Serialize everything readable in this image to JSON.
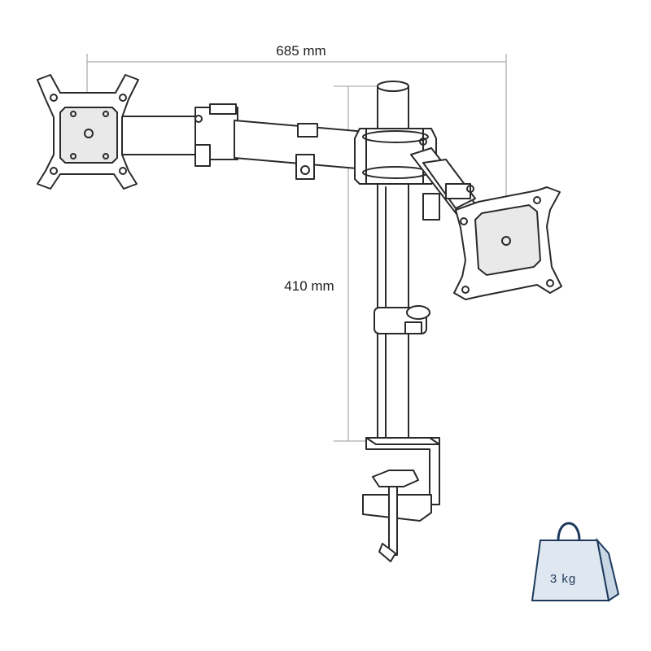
{
  "dimensions": {
    "width_label": "685 mm",
    "height_label": "410 mm"
  },
  "weight_badge": {
    "label": "3 kg",
    "color": "#1d3a5c"
  },
  "icons": [
    "vesa-plate-left",
    "vesa-plate-right",
    "weight-icon"
  ]
}
